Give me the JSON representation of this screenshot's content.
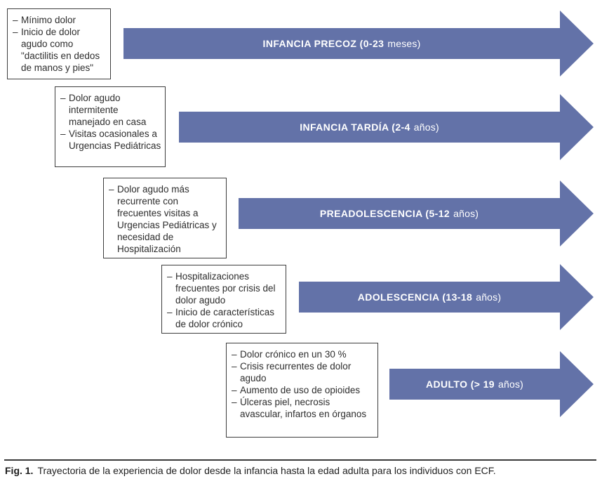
{
  "colors": {
    "arrow_fill": "#6372a8",
    "arrow_text": "#ffffff",
    "box_border": "#3d3d3d",
    "box_text": "#2d2d2d",
    "caption_rule": "#3a3a3a"
  },
  "bullet_marker": "–",
  "stages": [
    {
      "label_main": "INFANCIA PRECOZ (0-23",
      "label_unit": "meses)",
      "bullets": [
        "Mínimo dolor",
        "Inicio de dolor agudo como \"dactilitis en dedos de manos y pies\""
      ]
    },
    {
      "label_main": "INFANCIA TARDÍA (2-4",
      "label_unit": "años)",
      "bullets": [
        "Dolor agudo intermitente manejado en casa",
        "Visitas ocasionales a Urgencias Pediátricas"
      ]
    },
    {
      "label_main": "PREADOLESCENCIA (5-12",
      "label_unit": "años)",
      "bullets": [
        "Dolor agudo más recurrente con frecuentes visitas a Urgencias Pediátricas y necesidad de Hospitalización"
      ]
    },
    {
      "label_main": "ADOLESCENCIA (13-18",
      "label_unit": "años)",
      "bullets": [
        "Hospitalizaciones frecuentes por crisis del dolor agudo",
        "Inicio de características de dolor crónico"
      ]
    },
    {
      "label_main": "ADULTO (> 19",
      "label_unit": "años)",
      "bullets": [
        "Dolor crónico en un 30 %",
        "Crisis recurrentes de dolor agudo",
        "Aumento de uso de opioides",
        "Úlceras piel, necrosis avascular, infartos en órganos"
      ]
    }
  ],
  "caption": {
    "label": "Fig. 1.",
    "text": "Trayectoria de la experiencia de dolor desde la infancia hasta la edad adulta para los individuos con ECF."
  }
}
